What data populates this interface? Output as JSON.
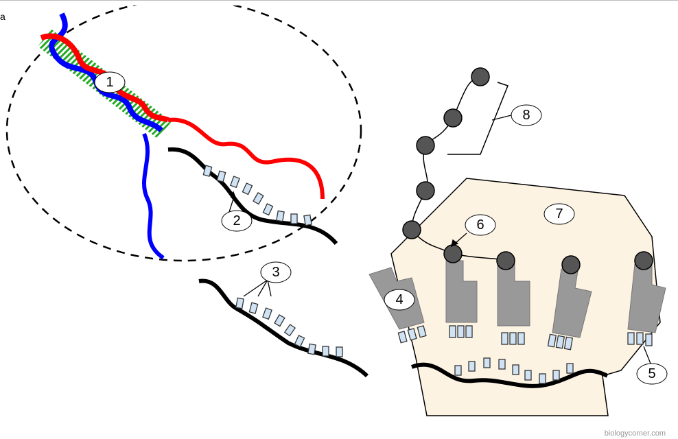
{
  "corner_text": "a",
  "watermark": "biologycorner.com",
  "labels": [
    "1",
    "2",
    "3",
    "4",
    "5",
    "6",
    "7",
    "8"
  ],
  "colors": {
    "dna_red": "#ff0000",
    "dna_blue": "#0000ff",
    "base_green": "#22aa22",
    "ribosome": "#fdf3e3",
    "trna": "#999999",
    "codon": "#cfe3f5",
    "amino_acid": "#555555"
  }
}
